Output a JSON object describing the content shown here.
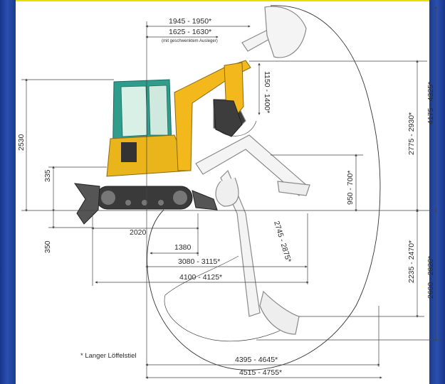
{
  "labels": {
    "top_reach": "1945 - 1950*",
    "top_reach_swung": "1625 - 1630*",
    "swung_note": "(mit geschwenktem Ausleger)",
    "arm_offset": "1150 - 1400*",
    "height_left": "2530",
    "blade_height": "335",
    "blade_depth": "350",
    "undercarriage_length": "2020",
    "track_length": "1380",
    "reach_ground": "3080 - 3115*",
    "transport_length": "4100 - 4125*",
    "max_height": "4175 - 4325*",
    "dump_height": "2775 - 2930*",
    "inner_height": "950 - 700*",
    "dig_depth_vertical": "2745 - 2875*",
    "dig_depth": "2235 - 2470*",
    "max_dig_depth": "2600 - 2820*",
    "reach_bottom": "4395 - 4645*",
    "max_reach": "4515 - 4755*",
    "footnote": "* Langer Löffelstiel"
  },
  "colors": {
    "frame": "#1c3c92",
    "cab": "#2f9c8c",
    "boom": "#f2b81c",
    "track": "#3a3a3a",
    "ghost": "#9a9a9a"
  }
}
